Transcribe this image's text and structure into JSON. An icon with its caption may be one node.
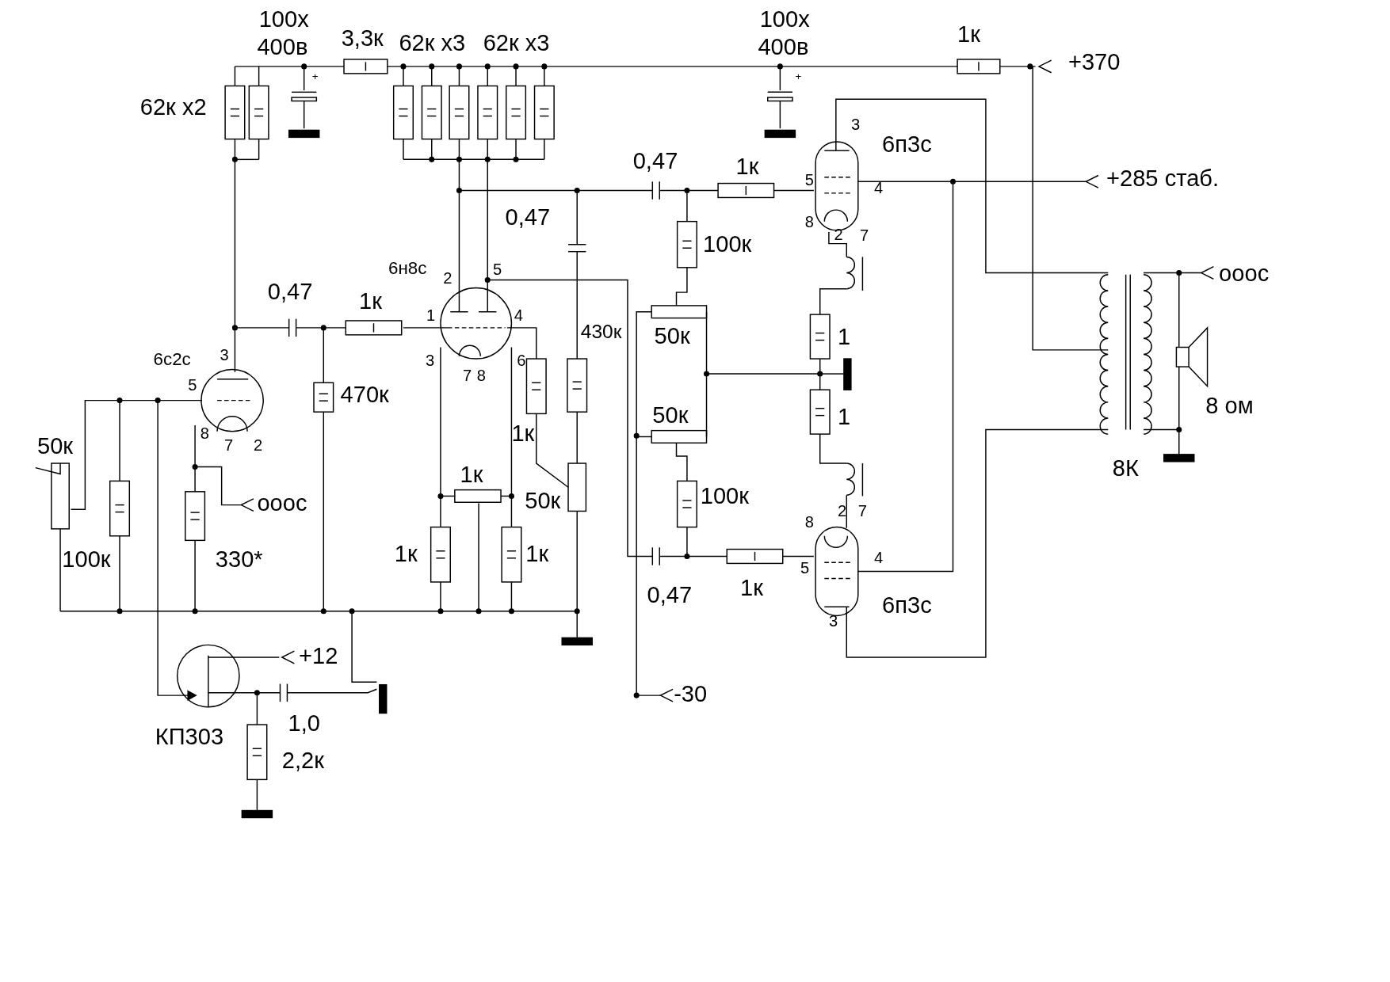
{
  "diagram": {
    "labels": [
      "100х",
      "400в",
      "+",
      "3,3к",
      "62к х3",
      "62к х3",
      "100х",
      "400в",
      "+",
      "1к",
      "+370",
      "62к х2",
      "3",
      "6п3с",
      "0,47",
      "1к",
      "5",
      "4",
      "+285 стаб.",
      "0,47",
      "8",
      "2",
      "7",
      "100к",
      "6н8с",
      "2",
      "5",
      "ооос",
      "0,47",
      "1к",
      "1",
      "4",
      "430к",
      "50к",
      "1",
      "6с2с",
      "3",
      "3",
      "6",
      "7",
      "8",
      "5",
      "470к",
      "8 ом",
      "50к",
      "1",
      "8",
      "7",
      "2",
      "1к",
      "50к",
      "8К",
      "1к",
      "50к",
      "100к",
      "ооос",
      "2",
      "7",
      "8",
      "100к",
      "330*",
      "1к",
      "1к",
      "4",
      "5",
      "0,47",
      "1к",
      "6п3с",
      "3",
      "+12",
      "-30",
      "1,0",
      "КП303",
      "2,2к"
    ]
  }
}
